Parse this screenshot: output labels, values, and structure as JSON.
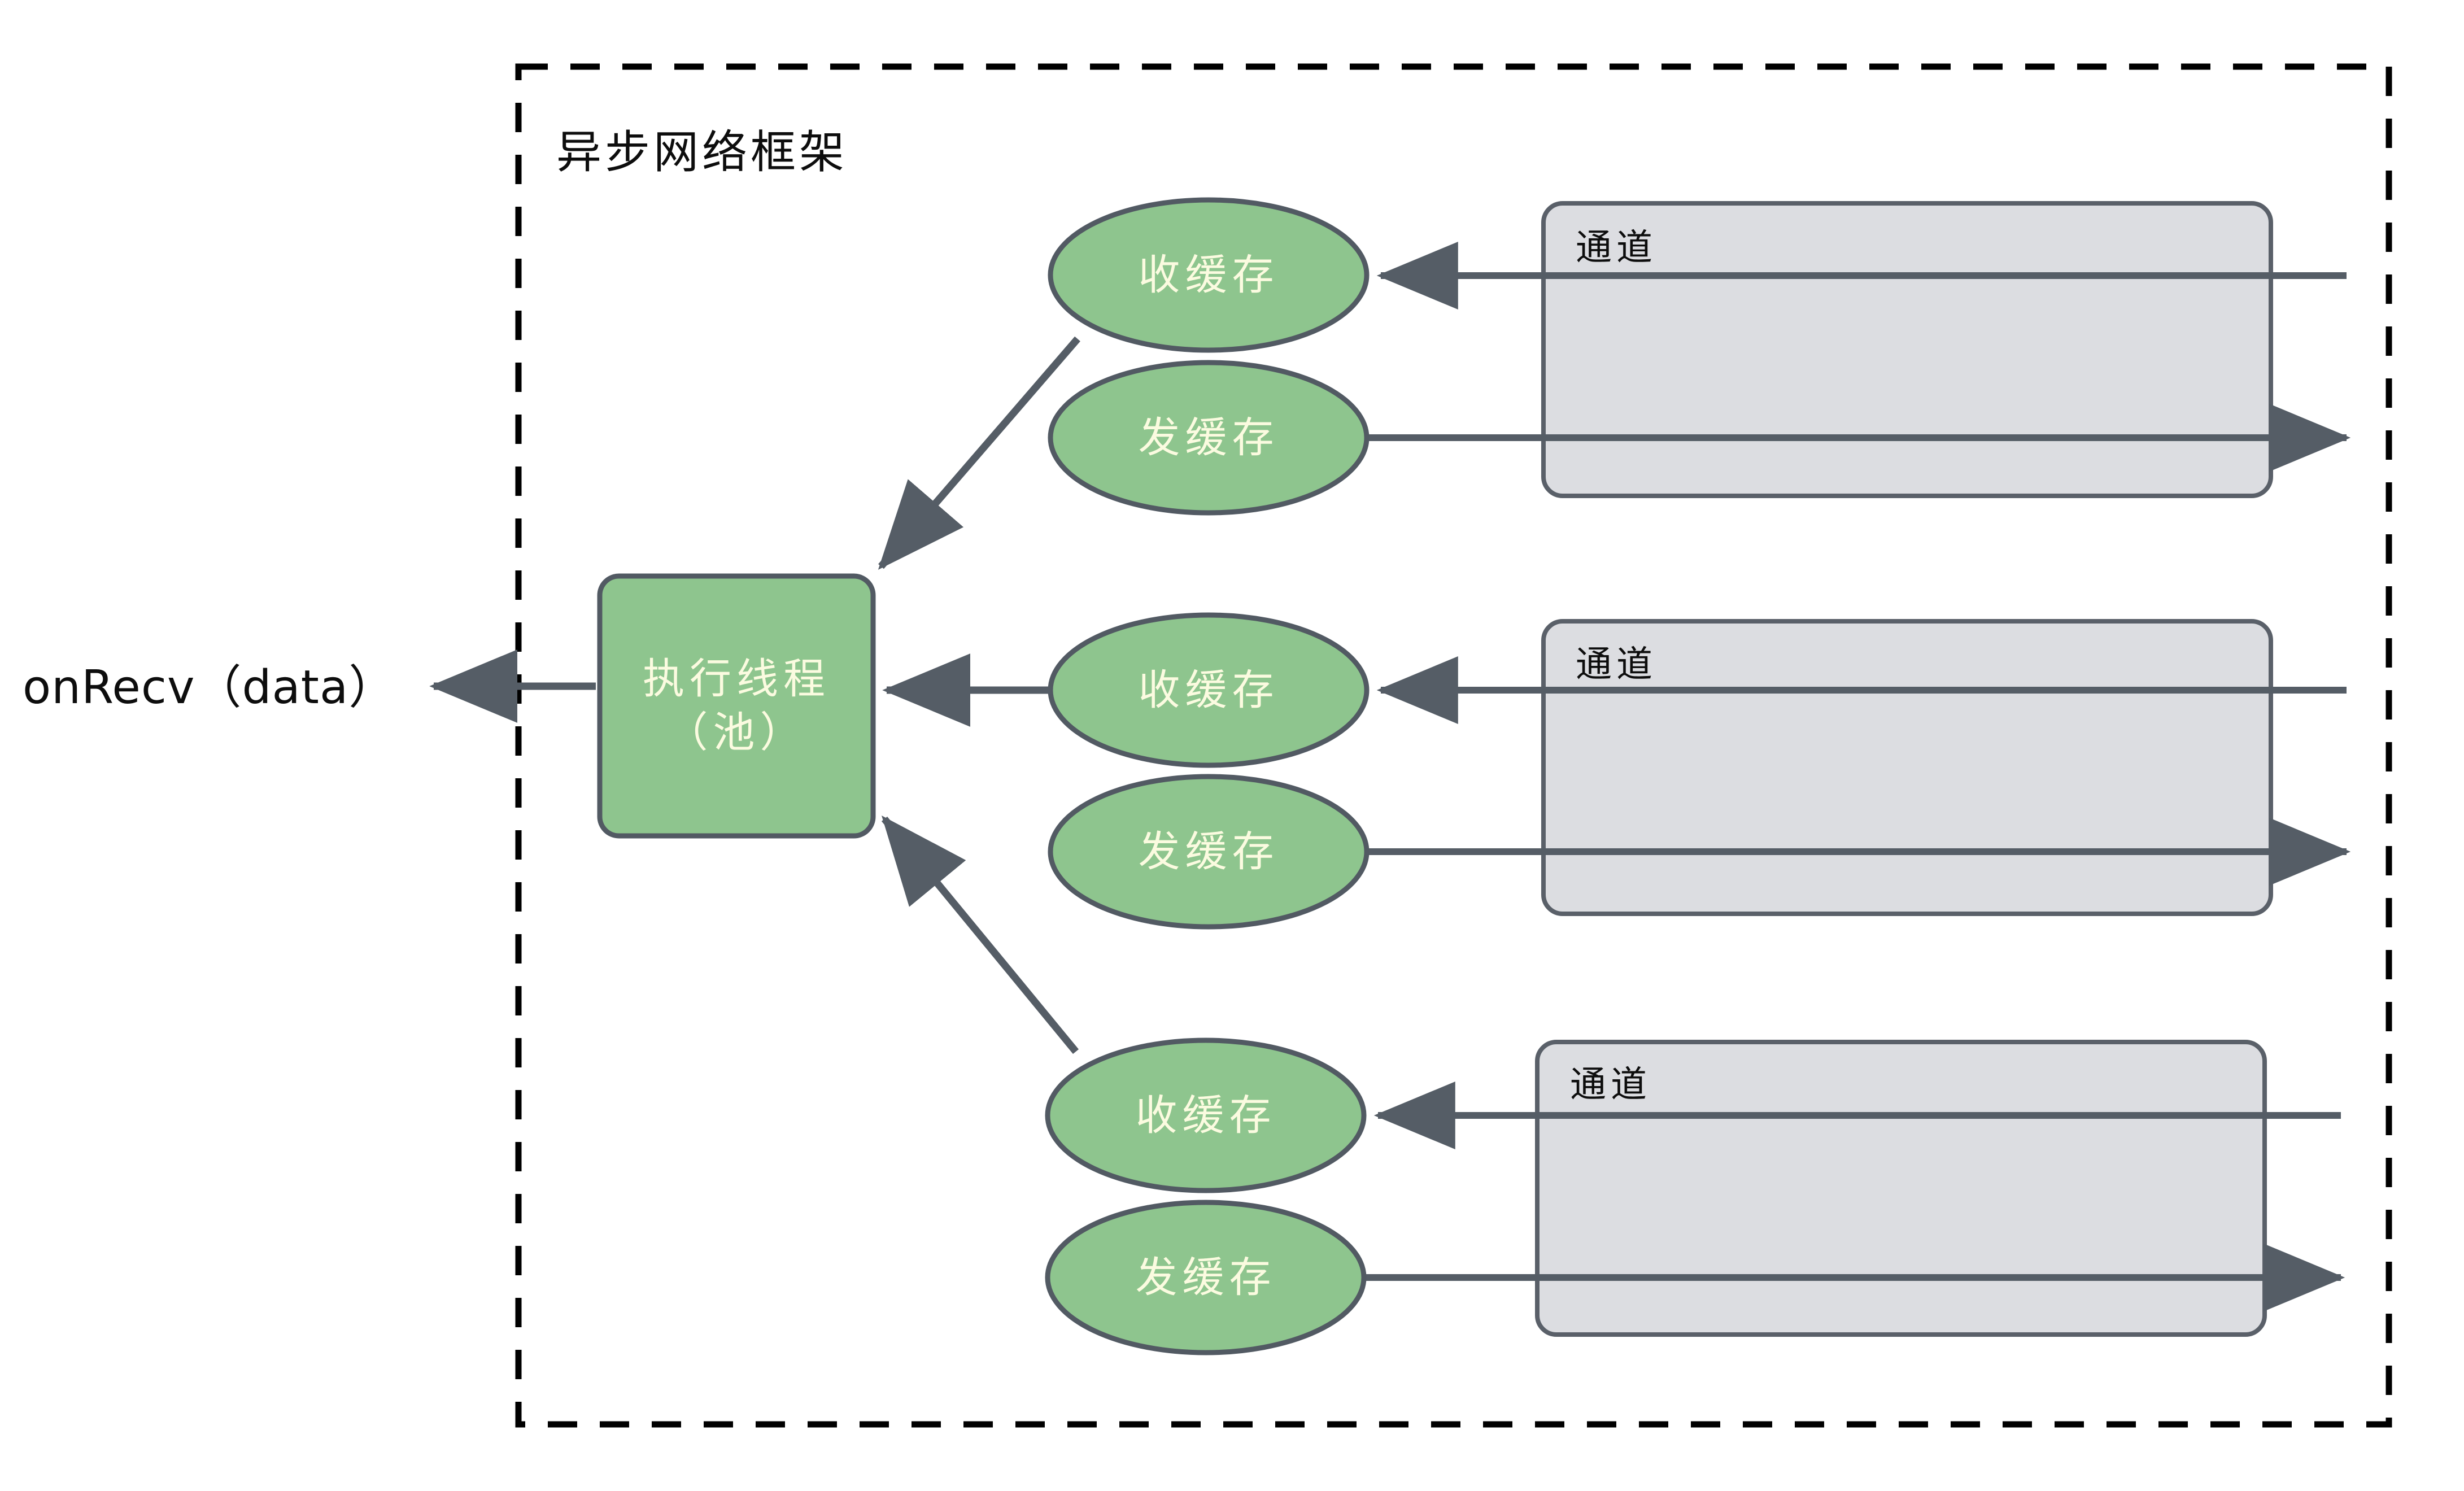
{
  "diagram": {
    "title": "异步网络框架",
    "external_label": "onRecv（data）",
    "colors": {
      "node_fill_green": "#8ec58e",
      "node_stroke": "#525a63",
      "node_text": "#fbfbe0",
      "channel_fill": "#dcdde1",
      "channel_stroke": "#5a6069",
      "connector": "#555d66",
      "boundary_dashed": "#000000",
      "background": "#ffffff"
    },
    "boundary": {
      "name": "异步网络框架",
      "style": "dashed"
    },
    "executor": {
      "label": "执行线程\n（池）",
      "shape": "rounded-rectangle"
    },
    "channels": [
      {
        "label": "通道",
        "recv_buffer": "收缓存",
        "send_buffer": "发缓存"
      },
      {
        "label": "通道",
        "recv_buffer": "收缓存",
        "send_buffer": "发缓存"
      },
      {
        "label": "通道",
        "recv_buffer": "收缓存",
        "send_buffer": "发缓存"
      }
    ],
    "edges": [
      {
        "from": "收缓存",
        "to": "执行线程（池）",
        "direction": "left-down",
        "arrowhead": "target"
      },
      {
        "from": "收缓存",
        "to": "执行线程（池）",
        "direction": "left",
        "arrowhead": "target"
      },
      {
        "from": "收缓存",
        "to": "执行线程（池）",
        "direction": "left-up",
        "arrowhead": "target"
      },
      {
        "from": "执行线程（池）",
        "to": "onRecv（data）",
        "direction": "left",
        "arrowhead": "target"
      },
      {
        "from": "通道",
        "to": "收缓存",
        "direction": "left",
        "arrowhead": "target"
      },
      {
        "from": "发缓存",
        "to": "通道",
        "direction": "right",
        "arrowhead": "target"
      }
    ]
  }
}
